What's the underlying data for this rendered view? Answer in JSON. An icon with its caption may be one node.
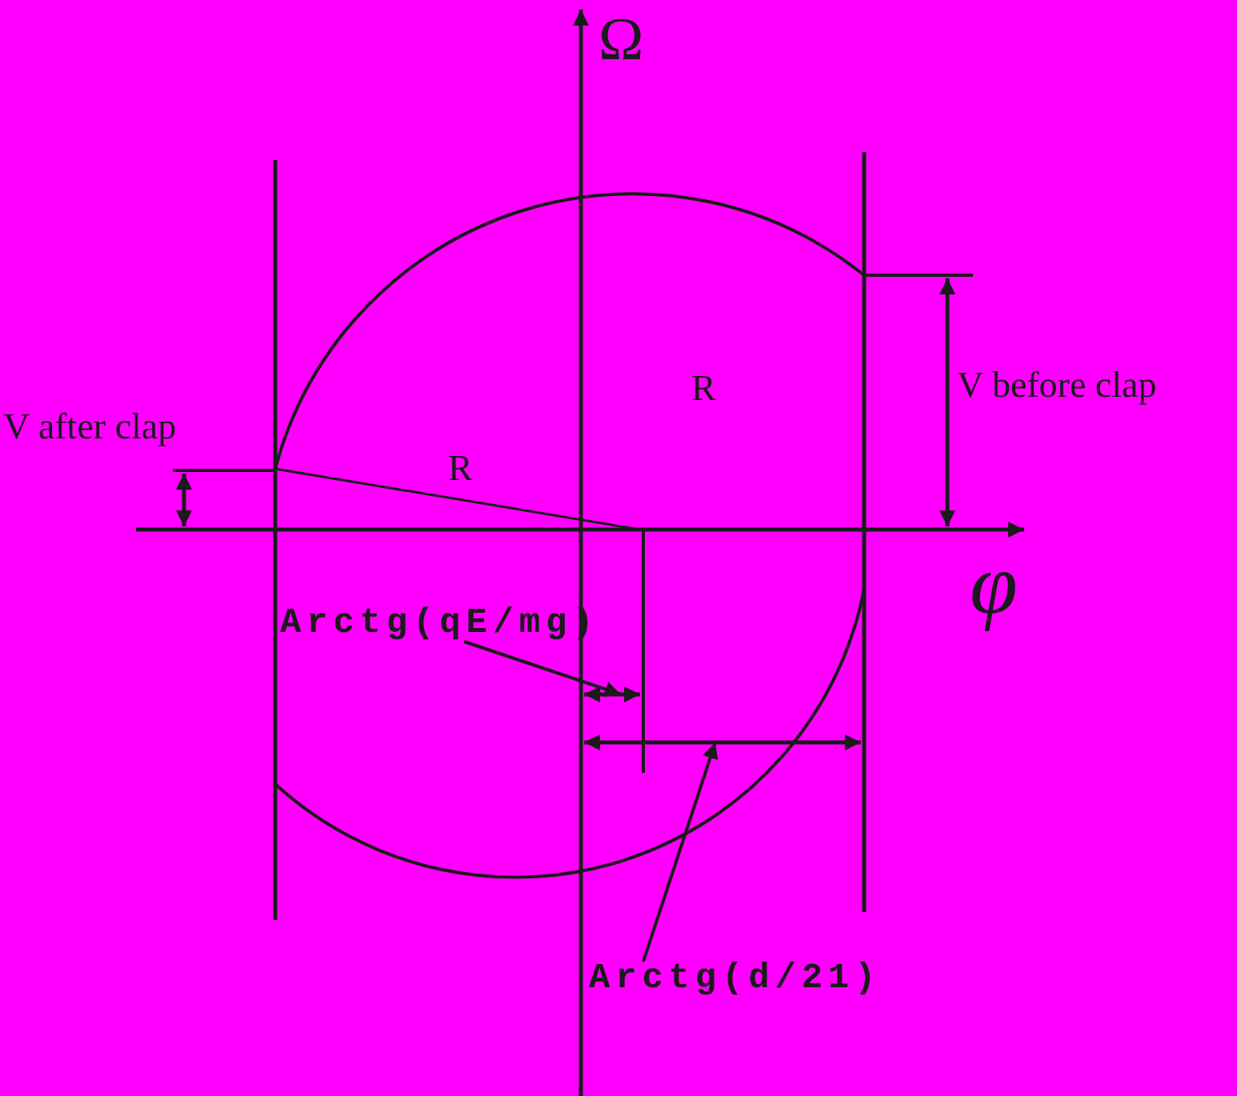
{
  "diagram": {
    "nodes": [
      {
        "text": [
          "Arctg(qE/mg)"
        ]
      },
      {
        "text": [
          "Arctg(d/21)"
        ]
      },
      {
        "text": [],
        "shape": "line"
      },
      {
        "text": [],
        "shape": "line"
      }
    ],
    "edges": [
      {
        "from": 0,
        "to": 2,
        "arrow": "to"
      },
      {
        "from": 1,
        "to": 3,
        "arrow": "to"
      }
    ],
    "labels": [
      "Ω",
      "V after clap",
      "R",
      "R",
      "V before clap",
      "φ"
    ]
  }
}
